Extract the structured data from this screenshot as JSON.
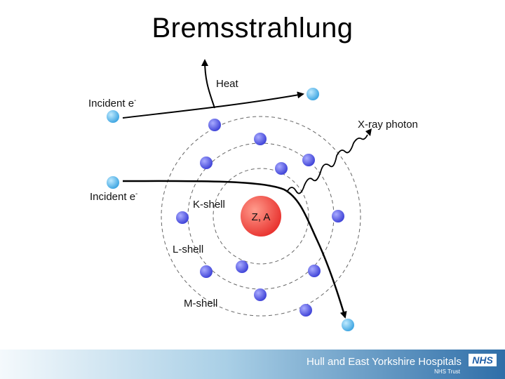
{
  "slide": {
    "title": "Bremsstrahlung"
  },
  "diagram": {
    "nucleus_label": "Z, A",
    "incident_label_1": "Incident e",
    "incident_label_2": "Incident e",
    "electron_superscript": "-",
    "heat_label": "Heat",
    "xray_label": "X-ray photon",
    "k_shell_label": "K-shell",
    "l_shell_label": "L-shell",
    "m_shell_label": "M-shell"
  },
  "colors": {
    "nucleus": "#e8322e",
    "shell_electron": "#3b3fd6",
    "incident_electron": "#3aa3e0",
    "footer_dark": "#2f6ea8"
  },
  "footer": {
    "organization": "Hull and East Yorkshire Hospitals",
    "trust_label": "NHS Trust",
    "logo_text": "NHS"
  }
}
